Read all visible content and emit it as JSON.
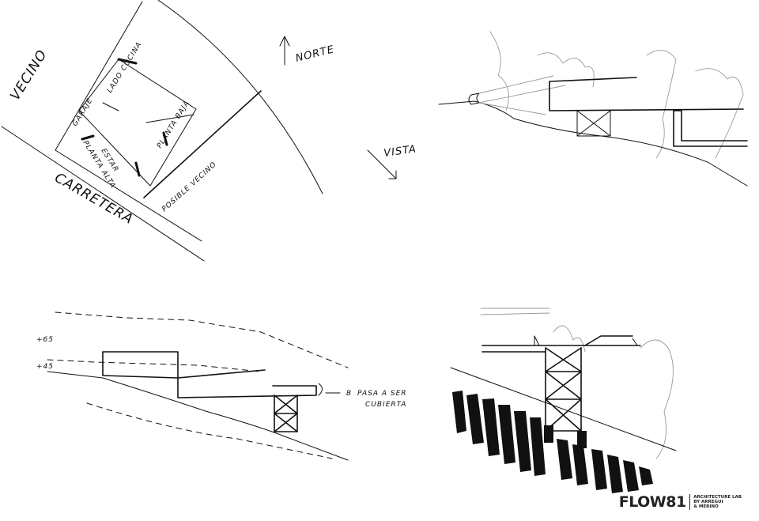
{
  "sketch1": {
    "vecino": "VECINO",
    "norte": "NORTE",
    "lado_cocina": "LADO COCINA",
    "planta_baja": "PLANTA BAJA",
    "planta_alta": "PLANTA ALTA",
    "garaje": "GARAJE",
    "estar": "ESTAR",
    "carretera": "CARRETERA",
    "posible_vecino": "POSIBLE VECINO",
    "vista": "VISTA"
  },
  "sketch3": {
    "level_upper": "+65",
    "level_lower": "+45",
    "note_line1": "PASA A SER",
    "note_line2": "CUBIERTA",
    "note_marker": "B"
  },
  "brand": {
    "word": "FLOW81",
    "line1": "ARCHITECTURE LAB",
    "line2": "BY ARREGUI",
    "line3": "& MERINO"
  }
}
